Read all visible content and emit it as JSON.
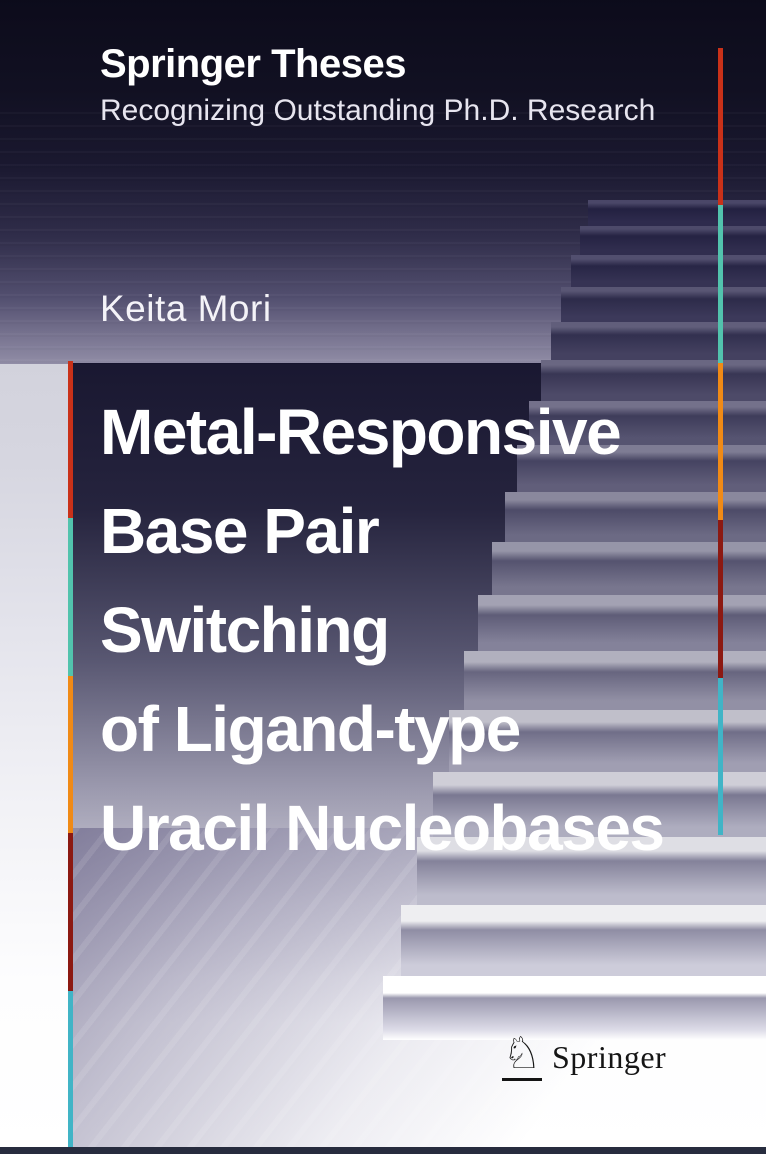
{
  "cover": {
    "series": {
      "name": "Springer Theses",
      "tagline": "Recognizing Outstanding Ph.D. Research"
    },
    "author": "Keita Mori",
    "title_lines": [
      "Metal-Responsive",
      "Base Pair",
      "Switching",
      "of Ligand-type",
      "Uracil Nucleobases"
    ],
    "publisher": {
      "name": "Springer"
    },
    "colors": {
      "accent_red": "#c93119",
      "accent_teal_green": "#52c3ad",
      "accent_orange": "#f08a16",
      "accent_dark_red": "#8c1912",
      "accent_teal_cyan": "#41b4c6",
      "panel_navy": "#14122d",
      "footer_strip": "#272c3e",
      "title_text": "#ffffff",
      "logo_black": "#141414"
    },
    "decorations": {
      "left_bar_segments": [
        "red",
        "teal-green",
        "orange",
        "dark-red",
        "teal-cyan"
      ],
      "right_bar_segments": [
        "red",
        "teal-green",
        "orange",
        "dark-red",
        "teal-cyan"
      ]
    }
  }
}
